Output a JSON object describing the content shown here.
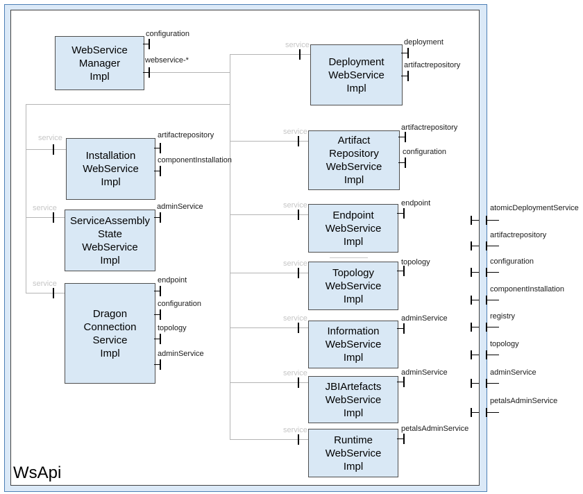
{
  "title": "WsApi",
  "labels": {
    "service": "service"
  },
  "colors": {
    "frame_fill": "#dbe9f7",
    "frame_border": "#4c7fb5",
    "component_fill": "#d9e8f5",
    "component_border": "#4d4d4d",
    "connector_gray": "#b4b4b4",
    "service_label_gray": "#c6c6c6",
    "interface_label": "#1a1a1a"
  },
  "components": {
    "manager": {
      "text": "WebService\nManager\nImpl"
    },
    "deployment": {
      "text": "Deployment\nWebService\nImpl"
    },
    "installation": {
      "text": "Installation\nWebService\nImpl"
    },
    "artifact_repository": {
      "text": "Artifact\nRepository\nWebService\nImpl"
    },
    "service_assembly": {
      "text": "ServiceAssembly\nState\nWebService\nImpl"
    },
    "endpoint": {
      "text": "Endpoint\nWebService\nImpl"
    },
    "topology": {
      "text": "Topology\nWebService\nImpl"
    },
    "dragon": {
      "text": "Dragon\nConnection\nService\nImpl"
    },
    "information": {
      "text": "Information\nWebService\nImpl"
    },
    "jbi_artefacts": {
      "text": "JBIArtefacts\nWebService\nImpl"
    },
    "runtime": {
      "text": "Runtime\nWebService\nImpl"
    }
  },
  "interfaces": {
    "manager": [
      "configuration",
      "webservice-*"
    ],
    "deployment": [
      "deployment",
      "artifactrepository"
    ],
    "installation": [
      "artifactrepository",
      "componentInstallation"
    ],
    "artifact_repository": [
      "artifactrepository",
      "configuration"
    ],
    "service_assembly": [
      "adminService"
    ],
    "endpoint": [
      "endpoint"
    ],
    "topology": [
      "topology"
    ],
    "dragon": [
      "endpoint",
      "configuration",
      "topology",
      "adminService"
    ],
    "information": [
      "adminService"
    ],
    "jbi_artefacts": [
      "adminService"
    ],
    "runtime": [
      "petalsAdminService"
    ]
  },
  "edge_ports": [
    "atomicDeploymentService",
    "artifactrepository",
    "configuration",
    "componentInstallation",
    "registry",
    "topology",
    "adminService",
    "petalsAdminService"
  ]
}
